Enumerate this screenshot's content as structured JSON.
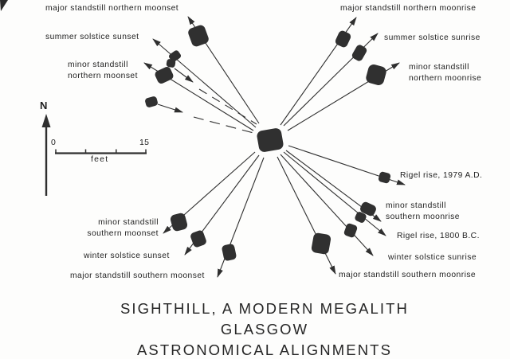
{
  "meta": {
    "colors": {
      "background": "#fdfdfc",
      "ink": "#2f2f2f",
      "stone": "#303030",
      "text": "#1e1e1e"
    }
  },
  "alignments": {
    "nw_major_moonset": {
      "label": "major standstill northern moonset"
    },
    "nw_summer_sunset": {
      "label": "summer solstice sunset"
    },
    "nw_minor_moonset": {
      "line1": "minor standstill",
      "line2": "northern moonset"
    },
    "ne_major_moonrise": {
      "label": "major standstill northern moonrise"
    },
    "ne_summer_sunrise": {
      "label": "summer solstice sunrise"
    },
    "ne_minor_moonrise": {
      "line1": "minor standstill",
      "line2": "northern moonrise"
    },
    "se_rigel_1979": {
      "label": "Rigel rise, 1979 A.D."
    },
    "se_minor_moonrise": {
      "line1": "minor standstill",
      "line2": "southern moonrise"
    },
    "se_rigel_1800": {
      "label": "Rigel rise, 1800 B.C."
    },
    "se_winter_sunrise": {
      "label": "winter solstice sunrise"
    },
    "se_major_moonrise": {
      "label": "major standstill southern moonrise"
    },
    "sw_minor_moonset": {
      "line1": "minor standstill",
      "line2": "southern moonset"
    },
    "sw_winter_sunset": {
      "label": "winter solstice sunset"
    },
    "sw_major_moonset": {
      "label": "major standstill southern moonset"
    }
  },
  "compass": {
    "north_label": "N"
  },
  "scale_bar": {
    "start_value": "0",
    "end_value": "15",
    "unit_label": "feet"
  },
  "title": {
    "line1": "SIGHTHILL, A MODERN MEGALITH",
    "line2": "GLASGOW",
    "line3": "ASTRONOMICAL ALIGNMENTS"
  }
}
